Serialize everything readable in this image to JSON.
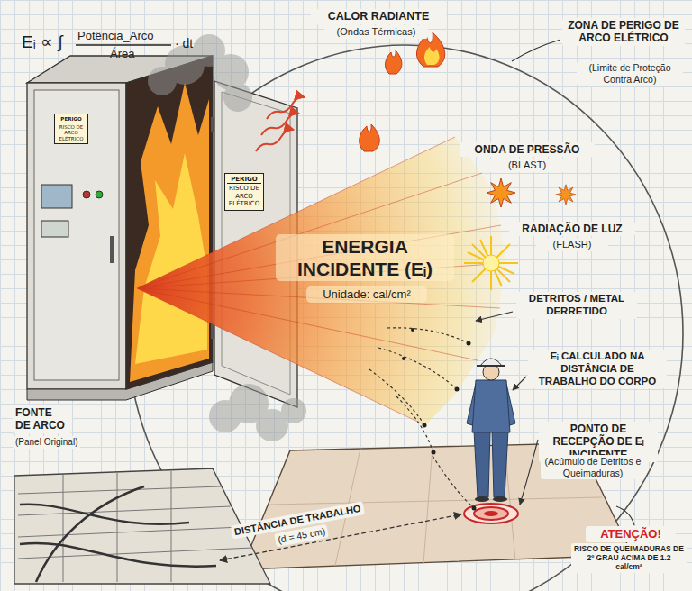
{
  "diagram": {
    "nodes": [
      {
        "text": [
          "PERIGO",
          "RISCO DE ARCO ELÉTRICO"
        ]
      },
      {
        "text": [
          "PERIGO",
          "RISCO DE ARCO ELÉTRICO"
        ]
      }
    ],
    "labels": [
      "Eᵢ ∝ ∫",
      "Potência_Arco",
      "Área",
      "· dt",
      "ZONA DE PERIGO DE ARCO ELÉTRICO",
      "(Limite de Proteção Contra Arco)",
      "CALOR RADIANTE",
      "(Ondas Térmicas)",
      "ONDA DE PRESSÃO",
      "(BLAST)",
      "RADIAÇÃO DE LUZ",
      "(FLASH)",
      "ENERGIA INCIDENTE (Eᵢ)",
      "Unidade: cal/cm²",
      "DETRITOS / METAL DERRETIDO",
      "Eᵢ CALCULADO NA DISTÂNCIA DE TRABALHO DO CORPO",
      "FONTE DE ARCO",
      "(Panel Original)",
      "DISTÂNCIA DE TRABALHO",
      "(d = 45 cm)",
      "PONTO DE RECEPÇÃO DE Eᵢ INCIDENTE",
      "(Acúmulo de Detritos e Queimaduras)",
      "ATENÇÃO!",
      "RISCO DE QUEIMADURAS DE 2º GRAU ACIMA DE 1.2 cal/cm²"
    ]
  }
}
